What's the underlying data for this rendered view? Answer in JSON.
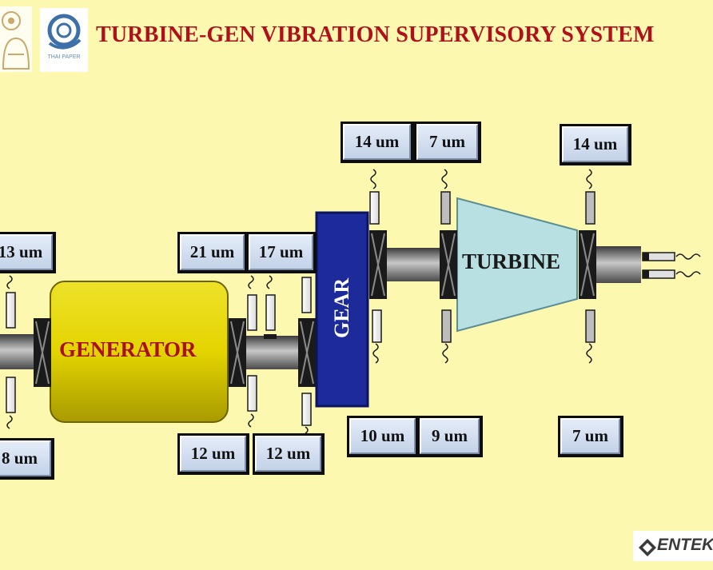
{
  "header": {
    "title": "TURBINE-GEN VIBRATION SUPERVISORY SYSTEM",
    "partner_logo_text": "THAI PAPER"
  },
  "machines": {
    "generator_label": "GENERATOR",
    "gear_label": "GEAR",
    "turbine_label": "TURBINE"
  },
  "readings": {
    "gen_outboard_top": "13 um",
    "gen_outboard_bottom": "8 um",
    "gen_inboard_top_1": "21 um",
    "gen_inboard_top_2": "17 um",
    "gen_inboard_bottom_1": "12 um",
    "gen_inboard_bottom_2": "12 um",
    "gear_top_1": "14 um",
    "gear_top_2": "7 um",
    "gear_bottom_1": "10 um",
    "gear_bottom_2": "9 um",
    "turbine_top": "14 um",
    "turbine_bottom": "7 um"
  },
  "footer": {
    "brand": "ENTEK"
  },
  "colors": {
    "background": "#fdf8b0",
    "title": "#b0101b",
    "generator": "#d6c800",
    "gear": "#1c2a9a",
    "turbine": "#b8e0e2",
    "shaft": "#7a7a7a",
    "tile": "#d3deef"
  }
}
